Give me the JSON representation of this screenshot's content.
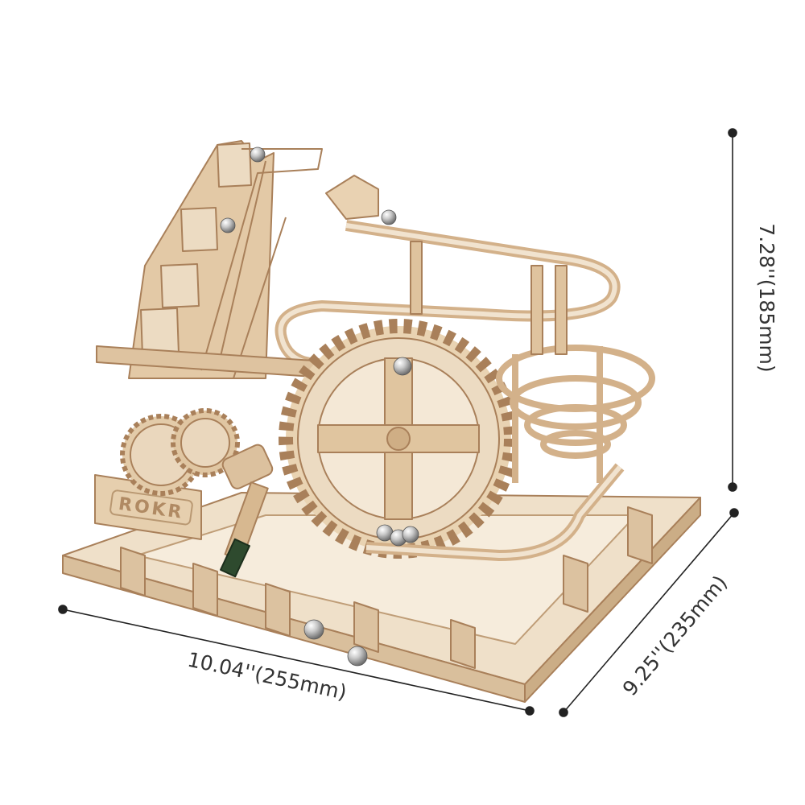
{
  "dimensions": {
    "height_label": "7.28''(185mm)",
    "width_label": "10.04''(255mm)",
    "depth_label": "9.25''(235mm)"
  },
  "product": {
    "brand_mark": "ROKR"
  },
  "colors": {
    "wood": "#ead7bd",
    "wood_dark": "#c7a27c",
    "wood_edge": "#a9805a",
    "dimension_line": "#222222",
    "label_text": "#333333",
    "background": "#ffffff"
  }
}
